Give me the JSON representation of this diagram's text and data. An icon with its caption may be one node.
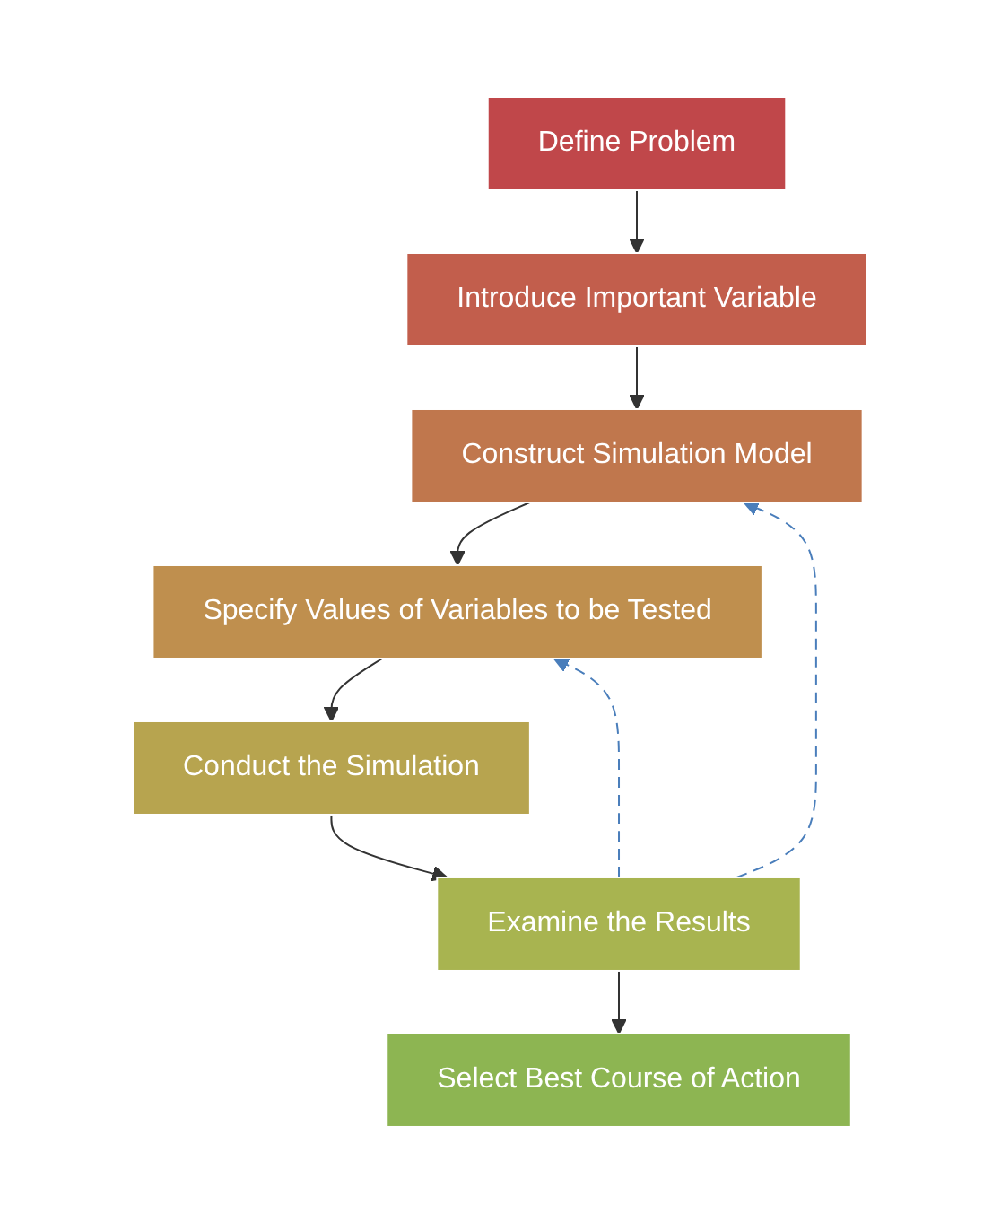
{
  "diagram": {
    "nodes": [
      {
        "text": [
          "Define Problem"
        ]
      },
      {
        "text": [
          "Introduce Important Variable"
        ]
      },
      {
        "text": [
          "Construct Simulation Model"
        ]
      },
      {
        "text": [
          "Specify Values of Variables to be Tested"
        ]
      },
      {
        "text": [
          "Conduct the Simulation"
        ]
      },
      {
        "text": [
          "Examine the Results"
        ]
      },
      {
        "text": [
          "Select Best Course of Action"
        ]
      }
    ],
    "edges": [
      {
        "from": 0,
        "to": 1,
        "arrow": "to"
      },
      {
        "from": 1,
        "to": 2,
        "arrow": "to"
      },
      {
        "from": 2,
        "to": 3,
        "arrow": "to"
      },
      {
        "from": 3,
        "to": 4,
        "arrow": "to"
      },
      {
        "from": 4,
        "to": 5,
        "arrow": "to"
      },
      {
        "from": 5,
        "to": 6,
        "arrow": "to"
      },
      {
        "from": 5,
        "to": 2,
        "arrow": "to",
        "style": "dashed",
        "color": "#4a7ebb"
      },
      {
        "from": 5,
        "to": 3,
        "arrow": "to",
        "style": "dashed",
        "color": "#4a7ebb"
      }
    ]
  }
}
